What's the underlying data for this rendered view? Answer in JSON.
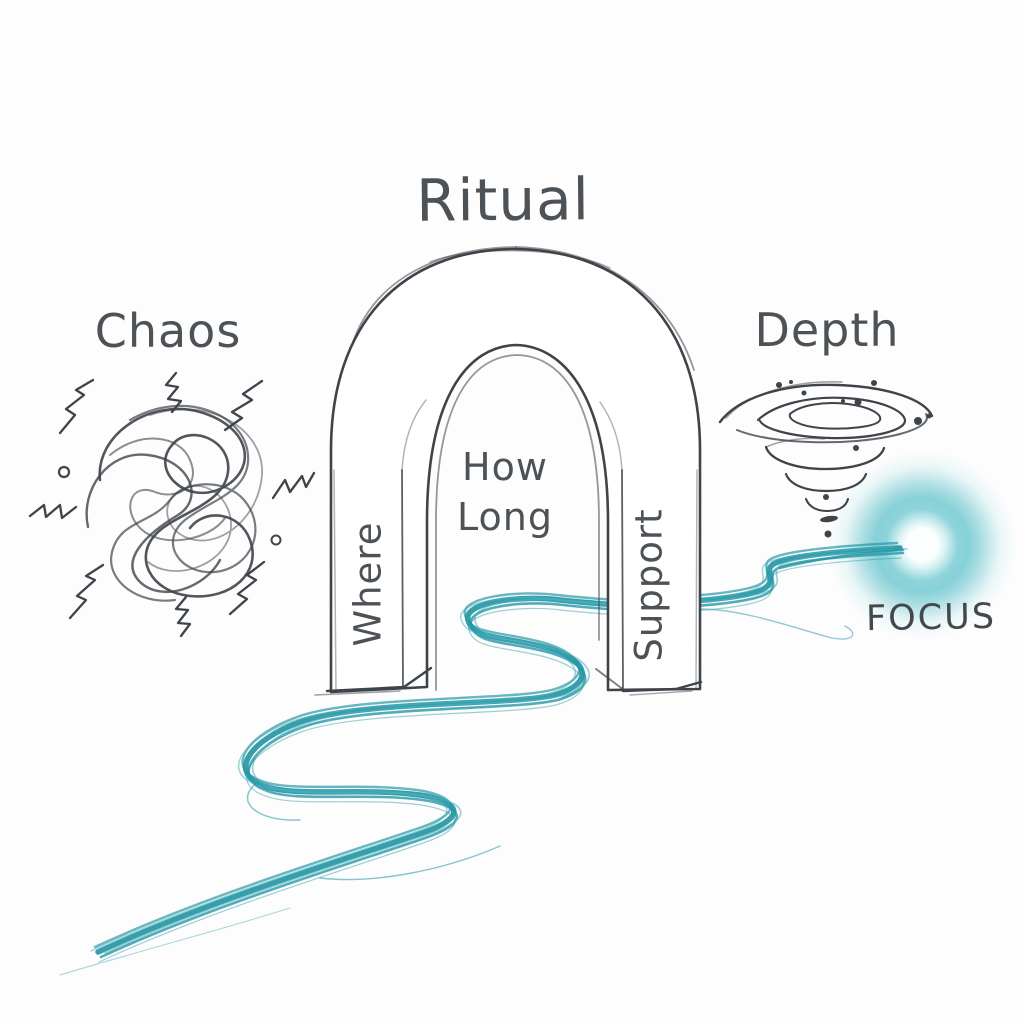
{
  "diagram": {
    "arch_title": "Ritual",
    "chaos_label": "Chaos",
    "depth_label": "Depth",
    "focus_label": "FOCUS",
    "pillar_left_label": "Where",
    "arch_center_line1": "How",
    "arch_center_line2": "Long",
    "pillar_right_label": "Support",
    "colors": {
      "ink": "#3f444a",
      "text": "#4d5257",
      "flow_teal": "#2697a5",
      "flow_teal_light": "#4fb3be",
      "glow_teal": "#7ccdd4",
      "background": "#fdfdfd"
    },
    "elements": {
      "chaos_scribble": "tangled-scribble-with-zigzag-rays",
      "ritual_arch": "sketched-stone-archway",
      "flow_stream": "winding-teal-stream",
      "depth_vortex": "spiral-funnel-vortex",
      "focus_glow": "glowing-teal-orb"
    }
  }
}
